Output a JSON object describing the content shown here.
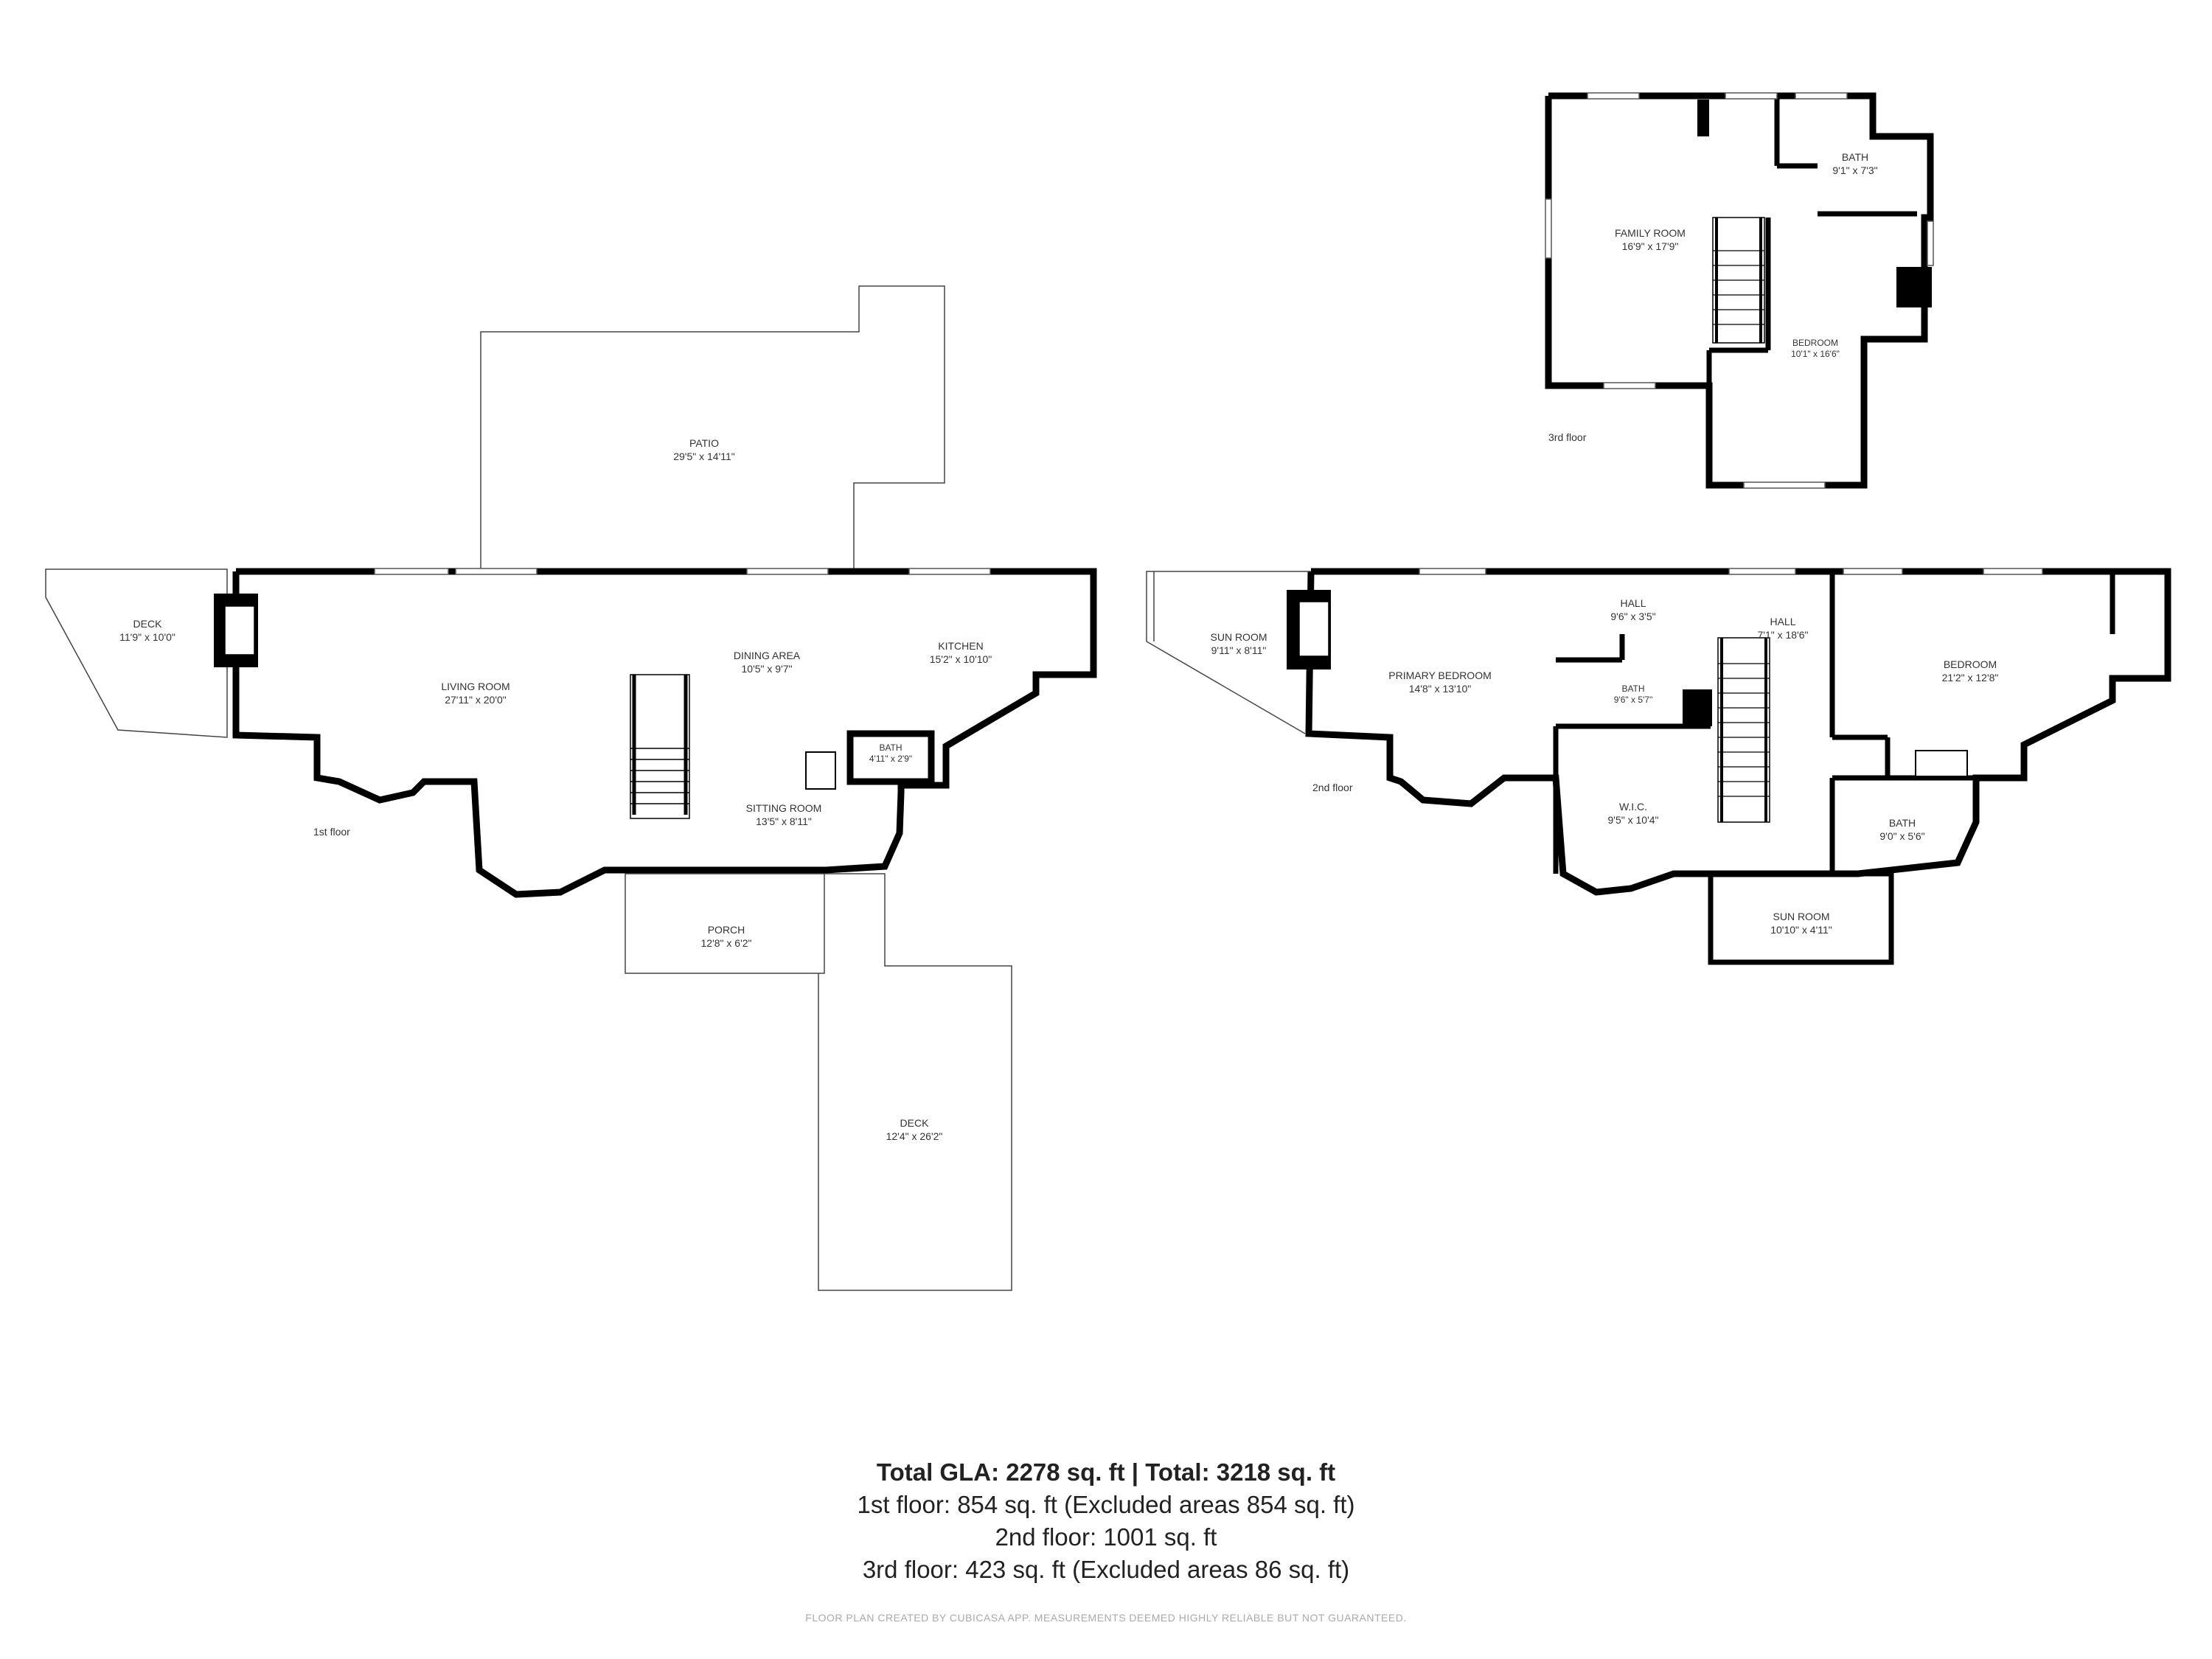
{
  "floors": [
    {
      "label": "1st floor",
      "rooms": [
        {
          "name": "PATIO",
          "dims": "29'5\" x 14'11\""
        },
        {
          "name": "DECK",
          "dims": "11'9\" x 10'0\""
        },
        {
          "name": "LIVING ROOM",
          "dims": "27'11\" x 20'0\""
        },
        {
          "name": "DINING AREA",
          "dims": "10'5\" x 9'7\""
        },
        {
          "name": "KITCHEN",
          "dims": "15'2\" x 10'10\""
        },
        {
          "name": "BATH",
          "dims": "4'11\" x 2'9\""
        },
        {
          "name": "SITTING ROOM",
          "dims": "13'5\" x 8'11\""
        },
        {
          "name": "PORCH",
          "dims": "12'8\" x 6'2\""
        },
        {
          "name": "DECK",
          "dims": "12'4\" x 26'2\""
        }
      ]
    },
    {
      "label": "2nd floor",
      "rooms": [
        {
          "name": "SUN ROOM",
          "dims": "9'11\" x 8'11\""
        },
        {
          "name": "PRIMARY BEDROOM",
          "dims": "14'8\" x 13'10\""
        },
        {
          "name": "HALL",
          "dims": "9'6\" x 3'5\""
        },
        {
          "name": "BATH",
          "dims": "9'6\" x 5'7\""
        },
        {
          "name": "HALL",
          "dims": "7'1\" x 18'6\""
        },
        {
          "name": "BEDROOM",
          "dims": "21'2\" x 12'8\""
        },
        {
          "name": "W.I.C.",
          "dims": "9'5\" x 10'4\""
        },
        {
          "name": "BATH",
          "dims": "9'0\" x 5'6\""
        },
        {
          "name": "SUN ROOM",
          "dims": "10'10\" x 4'11\""
        }
      ]
    },
    {
      "label": "3rd floor",
      "rooms": [
        {
          "name": "BATH",
          "dims": "9'1\" x 7'3\""
        },
        {
          "name": "FAMILY ROOM",
          "dims": "16'9\" x 17'9\""
        },
        {
          "name": "BEDROOM",
          "dims": "10'1\" x 16'6\""
        }
      ]
    }
  ],
  "summary": {
    "total": "Total GLA: 2278 sq. ft | Total: 3218 sq. ft",
    "first": "1st floor: 854 sq. ft (Excluded areas 854 sq. ft)",
    "second": "2nd floor: 1001 sq. ft",
    "third": "3rd floor: 423 sq. ft (Excluded areas 86 sq. ft)"
  },
  "footer": "FLOOR PLAN CREATED BY CUBICASA APP. MEASUREMENTS DEEMED HIGHLY RELIABLE BUT NOT GUARANTEED."
}
